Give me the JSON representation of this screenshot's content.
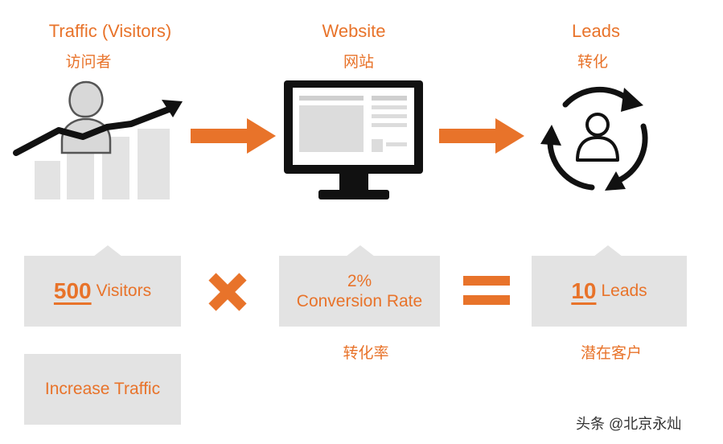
{
  "stages": [
    {
      "title": "Traffic (Visitors)",
      "subtitle": "访问者",
      "icon": "traffic-growth-icon"
    },
    {
      "title": "Website",
      "subtitle": "网站",
      "icon": "monitor-icon"
    },
    {
      "title": "Leads",
      "subtitle": "转化",
      "icon": "lead-cycle-icon"
    }
  ],
  "flow_arrows": [
    "arrow-right-icon",
    "arrow-right-icon"
  ],
  "equation": {
    "visitors": {
      "value": "500",
      "label": "Visitors"
    },
    "operator_multiply": "multiply-icon",
    "rate": {
      "line1": "2%",
      "line2": "Conversion Rate",
      "caption": "转化率"
    },
    "operator_equals": "equals-icon",
    "leads": {
      "value": "10",
      "label": "Leads",
      "caption": "潜在客户"
    }
  },
  "increase_box": "Increase Traffic",
  "watermark": "头条 @北京永灿",
  "colors": {
    "accent": "#e8732a",
    "box": "#e3e3e3",
    "icon_dark": "#111111",
    "chart_bars": "#e3e3e3"
  }
}
